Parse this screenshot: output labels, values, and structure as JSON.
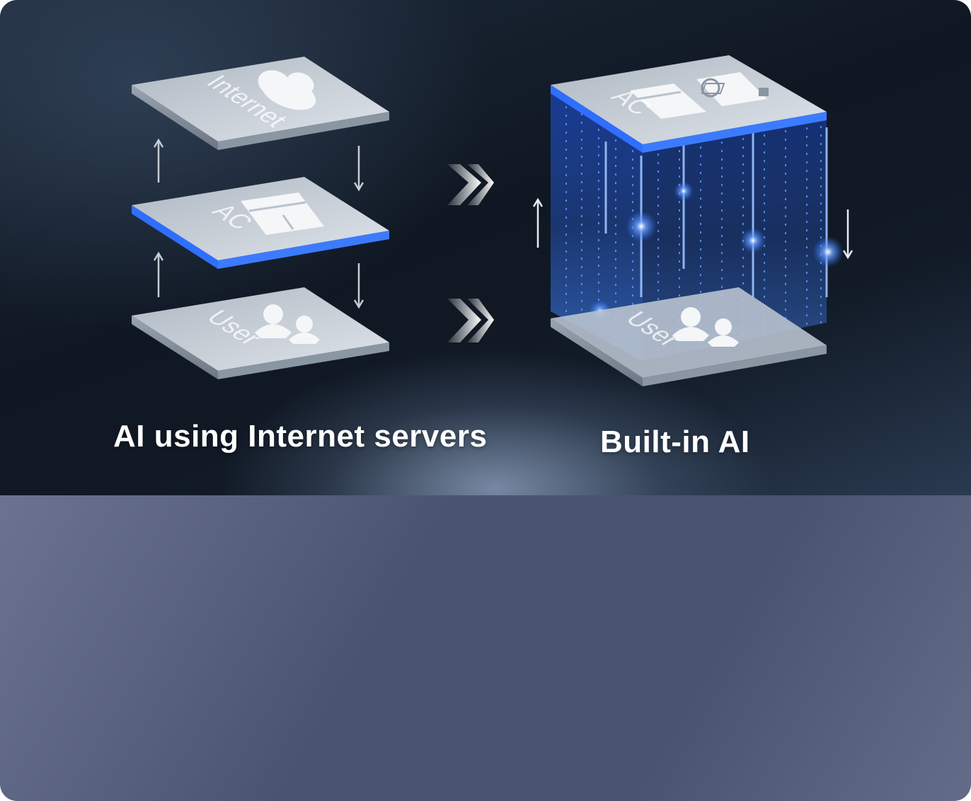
{
  "left_panel": {
    "caption": "AI using Internet servers",
    "layers": [
      {
        "label": "Internet",
        "icon": "cloud-icon"
      },
      {
        "label": "AC",
        "icon": "air-conditioner-icon"
      },
      {
        "label": "User",
        "icon": "users-icon"
      }
    ]
  },
  "right_panel": {
    "caption": "Built-in AI",
    "layers": [
      {
        "label": "AC",
        "icon": "air-conditioner-chip-icon"
      },
      {
        "label": "User",
        "icon": "users-icon"
      }
    ]
  },
  "colors": {
    "accent_blue": "#2f6fff",
    "slab_top": "#c9d0d8",
    "slab_side": "#8a95a2"
  }
}
